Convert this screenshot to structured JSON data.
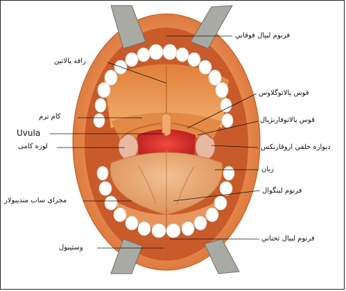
{
  "labels": {
    "upper_labial_frenum": "فرنوم لبيال فوقاني",
    "palatine_raphe": "رافه پالاتين",
    "palatoglossal_arch": "قوس پالاتوگلاوس",
    "soft_palate": "کام نرم",
    "palatopharyngeal_arch": "قوس پالاتوفارنژيال",
    "uvula": "Uvula",
    "palatine_tonsil": "لوزه کامی",
    "posterior_pharyngeal_wall": "ديواره خلفي اروفارنکس",
    "tongue": "زبان",
    "submandibular_duct": "مجرای ساب مندیبولار",
    "lingual_frenum": "فرنوم لينگوال",
    "lower_labial_frenum": "فرنوم لبيال تحتاني",
    "vestibule": "وستيبول"
  },
  "colors": {
    "lip": "#e8894d",
    "palate": "#e9954e",
    "tongue": "#e3a06a",
    "throat": "#d8262a",
    "teeth": "#ffffff",
    "retractor": "#a9aaa4"
  }
}
